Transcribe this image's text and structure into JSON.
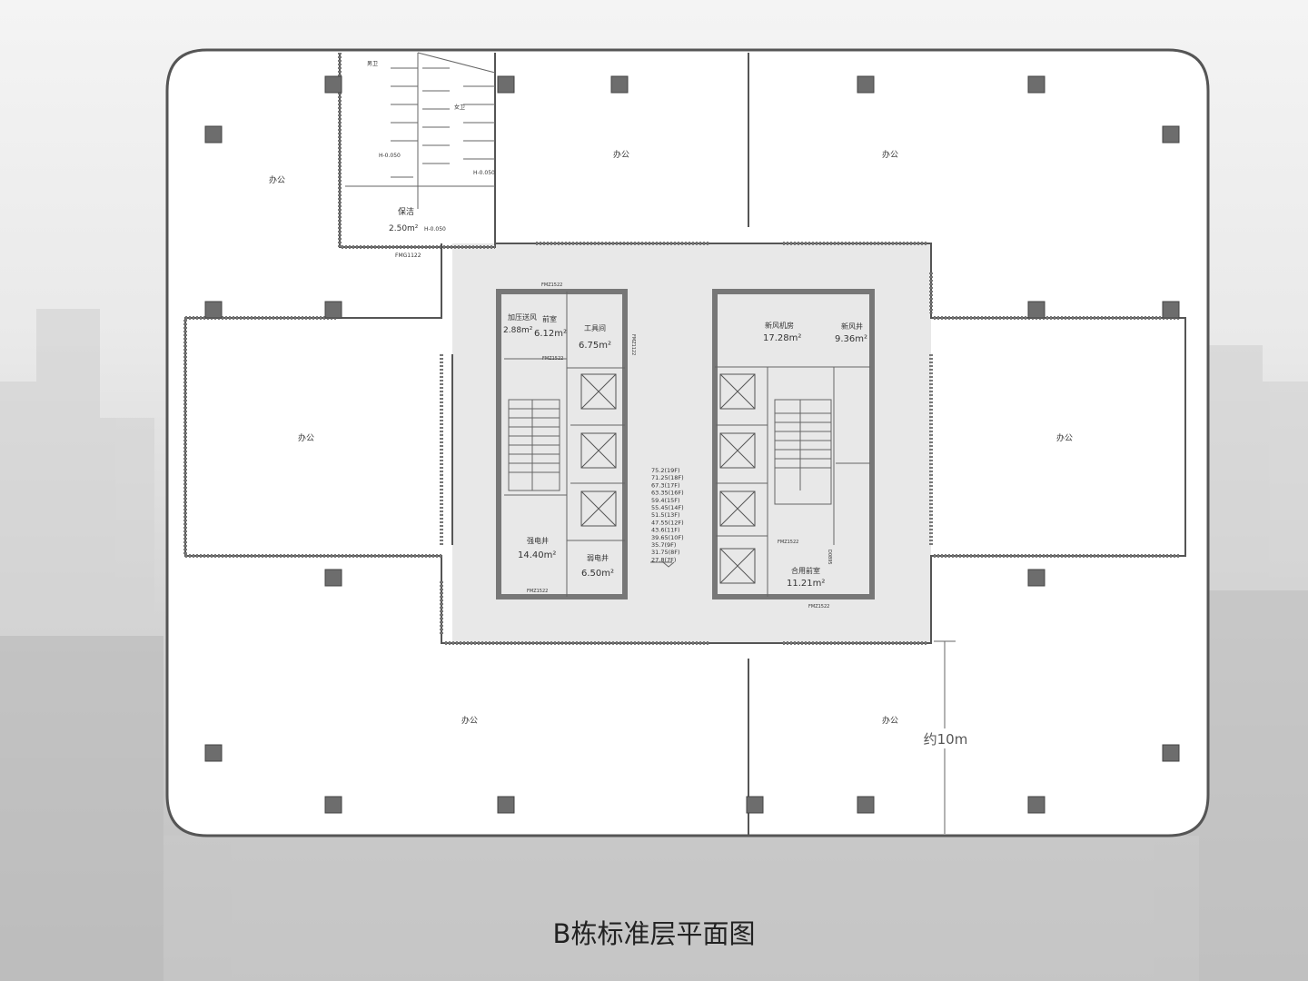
{
  "title": "B栋标准层平面图",
  "rooms": {
    "office": "办公",
    "toilet_male": "男卫",
    "toilet_female": "女卫",
    "janitor": "保洁",
    "janitor_area": "2.50m²",
    "level_1": "H-0.050",
    "level_2": "H-0.050",
    "level_3": "H-0.050",
    "door_toilet": "FMG1122"
  },
  "core_left": {
    "exhaust": "加压送风",
    "exhaust_area": "2.88m²",
    "anteroom": "前室",
    "anteroom_area": "6.12m²",
    "tool_room": "工具间",
    "tool_room_area": "6.75m²",
    "strong_shaft": "强电井",
    "strong_shaft_area": "14.40m²",
    "weak_shaft": "弱电井",
    "weak_shaft_area": "6.50m²",
    "door_top": "FMZ1522",
    "door_ante": "FMZ1522",
    "door_bottom": "FMZ1522",
    "door_side": "FMZ1122"
  },
  "core_right": {
    "fresh_air_room": "新风机房",
    "fresh_air_room_area": "17.28m²",
    "fresh_air_shaft": "新风井",
    "fresh_air_shaft_area": "9.36m²",
    "shared_anteroom": "合用前室",
    "shared_anteroom_area": "11.21m²",
    "door_a": "FMZ1522",
    "door_b": "FMZ1522",
    "door_c": "D0895"
  },
  "elevations": [
    "75.2(19F)",
    "71.25(18F)",
    "67.3(17F)",
    "63.35(16F)",
    "59.4(15F)",
    "55.45(14F)",
    "51.5(13F)",
    "47.55(12F)",
    "43.6(11F)",
    "39.65(10F)",
    "35.7(9F)",
    "31.75(8F)",
    "27.8(7F)"
  ],
  "scale_label": "约10m"
}
